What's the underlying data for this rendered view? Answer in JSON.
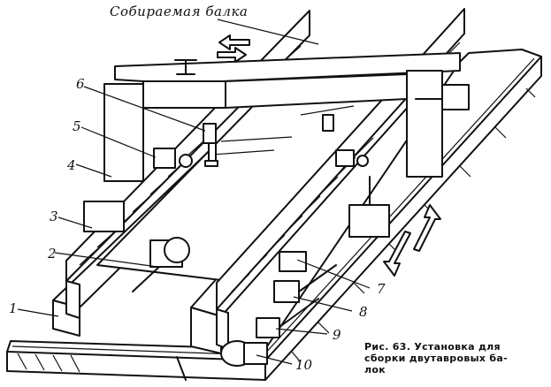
{
  "figure": {
    "beam_label": "Собираемая балка",
    "callouts": [
      "1",
      "2",
      "3",
      "4",
      "5",
      "6",
      "7",
      "8",
      "9",
      "10"
    ],
    "caption_lines": [
      "Рис. 63. Установка для",
      "сборки двутавровых ба-",
      "лок"
    ]
  }
}
